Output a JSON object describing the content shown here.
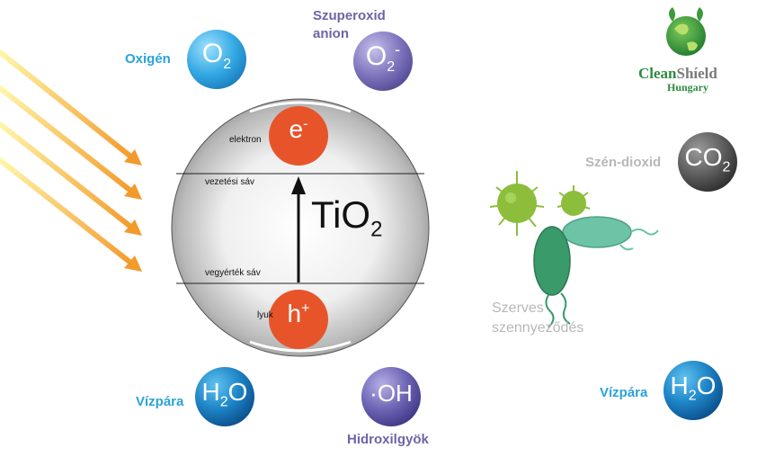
{
  "oxygen": {
    "label": "Oxigén",
    "formula": "O",
    "sub": "2"
  },
  "superoxide": {
    "label_line1": "Szuperoxid",
    "label_line2": "anion",
    "formula": "O",
    "sub": "2",
    "sup": "-"
  },
  "electron": {
    "label": "elektron",
    "symbol": "e",
    "sup": "-"
  },
  "conduction_band": "vezetési sáv",
  "valence_band": "vegyérték sáv",
  "hole": {
    "label": "lyuk",
    "symbol": "h",
    "sup": "+"
  },
  "tio2": {
    "formula": "TiO",
    "sub": "2"
  },
  "co2": {
    "label": "Szén-dioxid",
    "formula": "CO",
    "sub": "2"
  },
  "organic": {
    "line1": "Szerves",
    "line2": "szennyeződés"
  },
  "water_left": {
    "label": "Vízpára",
    "formula1": "H",
    "sub": "2",
    "formula2": "O"
  },
  "hydroxyl": {
    "label": "Hidroxilgyök",
    "formula": "·OH"
  },
  "water_right": {
    "label": "Vízpára",
    "formula1": "H",
    "sub": "2",
    "formula2": "O"
  },
  "logo": {
    "clean": "Clean",
    "shield": "Shíeld",
    "country": "Hungary"
  },
  "colors": {
    "blue": "#2aa3d8",
    "purple": "#6e64a6",
    "orange": "#e8542a",
    "grey": "#b8b8b8",
    "green": "#2e8b3e"
  }
}
